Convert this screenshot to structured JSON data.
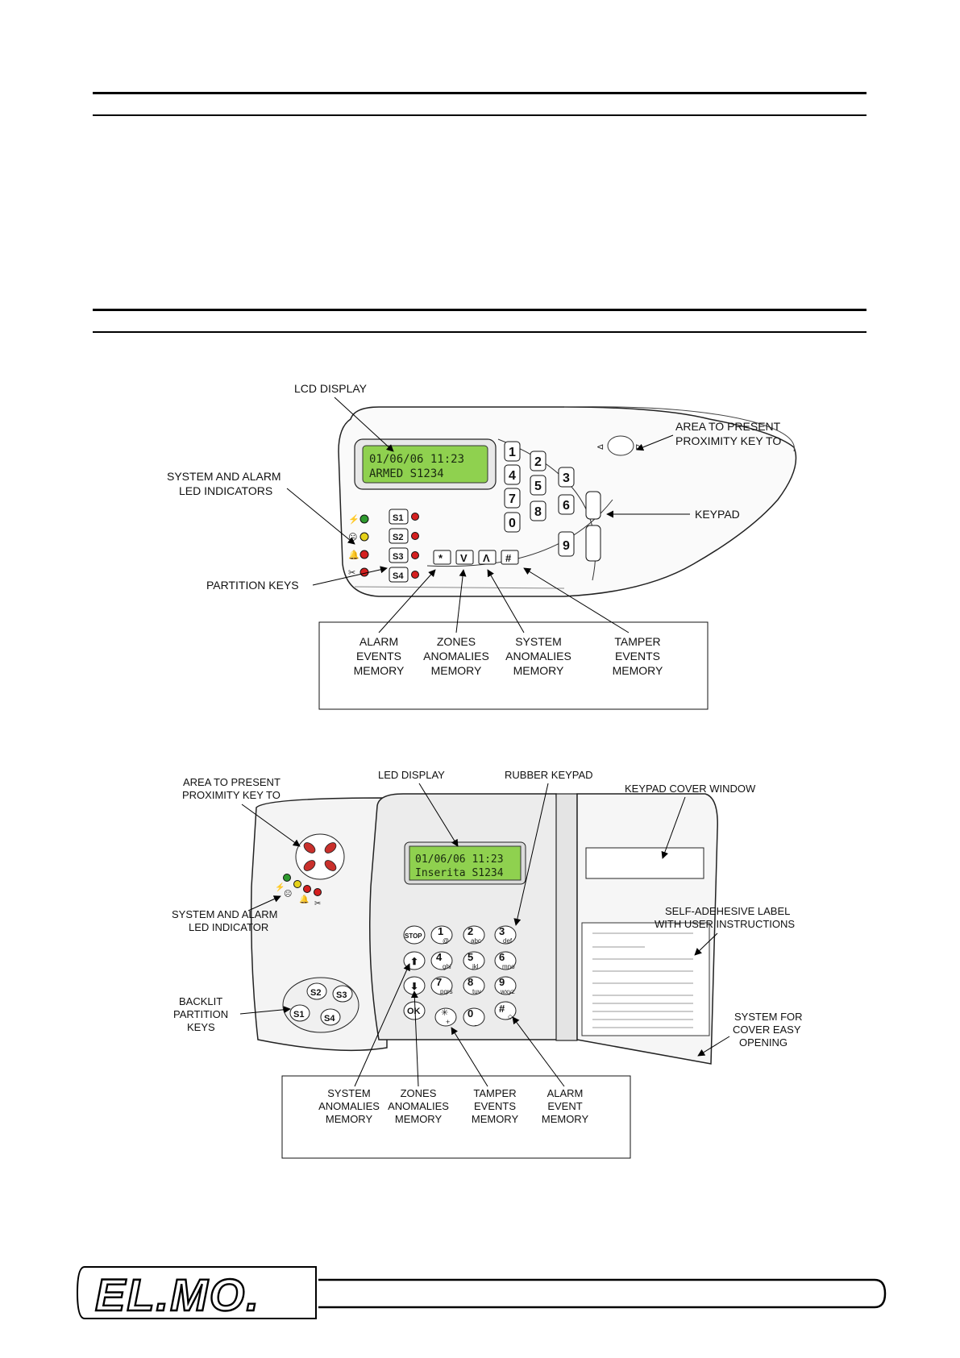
{
  "top_keypad": {
    "lcd": {
      "line1": "01/06/06 11:23",
      "line2": "ARMED   S1234"
    },
    "labels": {
      "lcd_display": "LCD DISPLAY",
      "prox_1": "AREA TO PRESENT",
      "prox_2": "PROXIMITY KEY TO",
      "led_1": "SYSTEM AND ALARM",
      "led_2": "LED INDICATORS",
      "keypad": "KEYPAD",
      "partition_keys": "PARTITION KEYS"
    },
    "partition_keys": [
      "S1",
      "S2",
      "S3",
      "S4"
    ],
    "digits": [
      "1",
      "2",
      "3",
      "4",
      "5",
      "6",
      "7",
      "8",
      "9",
      "0"
    ],
    "function_keys": [
      "*",
      "V",
      "Λ",
      "#"
    ],
    "legend": [
      [
        "ALARM",
        "EVENTS",
        "MEMORY"
      ],
      [
        "ZONES",
        "ANOMALIES",
        "MEMORY"
      ],
      [
        "SYSTEM",
        "ANOMALIES",
        "MEMORY"
      ],
      [
        "TAMPER",
        "EVENTS",
        "MEMORY"
      ]
    ]
  },
  "bottom_keypad": {
    "lcd": {
      "line1": "01/06/06 11:23",
      "line2": "Inserita   S1234"
    },
    "labels": {
      "prox_1": "AREA TO PRESENT",
      "prox_2": "PROXIMITY KEY TO",
      "led_display": "LED DISPLAY",
      "rubber_keypad": "RUBBER KEYPAD",
      "cover_window": "KEYPAD COVER WINDOW",
      "led_1": "SYSTEM AND ALARM",
      "led_2": "LED INDICATOR",
      "label_1": "SELF-ADEHESIVE LABEL",
      "label_2": "WITH USER INSTRUCTIONS",
      "backlit_1": "BACKLIT",
      "backlit_2": "PARTITION",
      "backlit_3": "KEYS",
      "cover_1": "SYSTEM FOR",
      "cover_2": "COVER EASY",
      "cover_3": "OPENING"
    },
    "partition_keys": [
      "S1",
      "S2",
      "S3",
      "S4"
    ],
    "keys": [
      {
        "main": "STOP",
        "sub": ""
      },
      {
        "main": "1",
        "sub": "@"
      },
      {
        "main": "2",
        "sub": "abc"
      },
      {
        "main": "3",
        "sub": "def"
      },
      {
        "main": "4",
        "sub": "ghi"
      },
      {
        "main": "5",
        "sub": "jkl"
      },
      {
        "main": "6",
        "sub": "mno"
      },
      {
        "main": "7",
        "sub": "pqrs"
      },
      {
        "main": "8",
        "sub": "tuv"
      },
      {
        "main": "9",
        "sub": "wxyz"
      },
      {
        "main": "OK",
        "sub": ""
      },
      {
        "main": "✳",
        "sub": "+"
      },
      {
        "main": "0",
        "sub": "_"
      },
      {
        "main": "#",
        "sub": "◇"
      }
    ],
    "legend": [
      [
        "SYSTEM",
        "ANOMALIES",
        "MEMORY"
      ],
      [
        "ZONES",
        "ANOMALIES",
        "MEMORY"
      ],
      [
        "TAMPER",
        "EVENTS",
        "MEMORY"
      ],
      [
        "ALARM",
        "EVENT",
        "MEMORY"
      ]
    ]
  },
  "footer": {
    "logo": "EL.MO."
  },
  "colors": {
    "lcd_green": "#8fd14f",
    "led_green": "#2e9a2e",
    "led_yellow": "#e6d21a",
    "led_red": "#d42020"
  }
}
